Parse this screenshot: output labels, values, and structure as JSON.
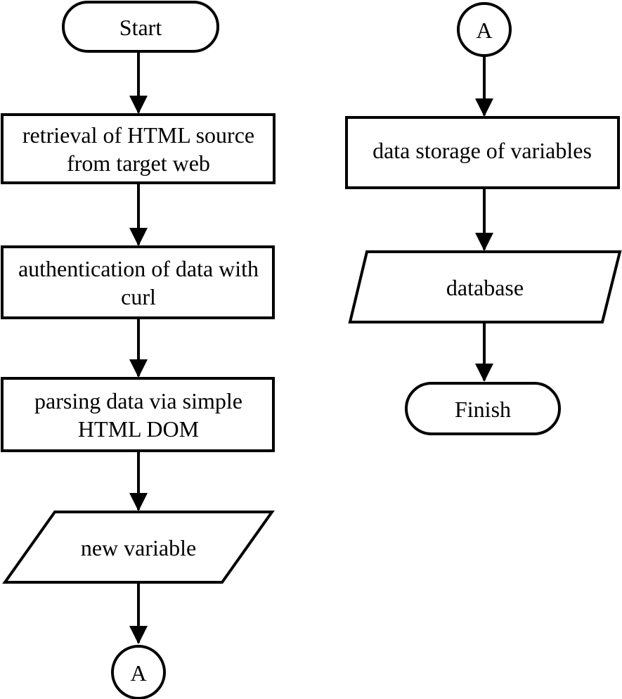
{
  "colors": {
    "stroke": "#000000",
    "shape_fill": "#ffffff",
    "background": "#ffffff",
    "text": "#000000"
  },
  "nodes": {
    "start": {
      "shape": "terminator",
      "label": "Start"
    },
    "retrieval": {
      "shape": "process",
      "line1": "retrieval of HTML source",
      "line2": "from target web"
    },
    "authentication": {
      "shape": "process",
      "line1": "authentication of data with",
      "line2": "curl"
    },
    "parsing": {
      "shape": "process",
      "line1": "parsing data via simple",
      "line2": "HTML DOM"
    },
    "new_variable": {
      "shape": "input-output",
      "label": "new variable"
    },
    "connector_left": {
      "shape": "connector",
      "label": "A"
    },
    "connector_right": {
      "shape": "connector",
      "label": "A"
    },
    "data_storage": {
      "shape": "process",
      "label": "data storage of variables"
    },
    "database": {
      "shape": "input-output",
      "label": "database"
    },
    "finish": {
      "shape": "terminator",
      "label": "Finish"
    }
  }
}
